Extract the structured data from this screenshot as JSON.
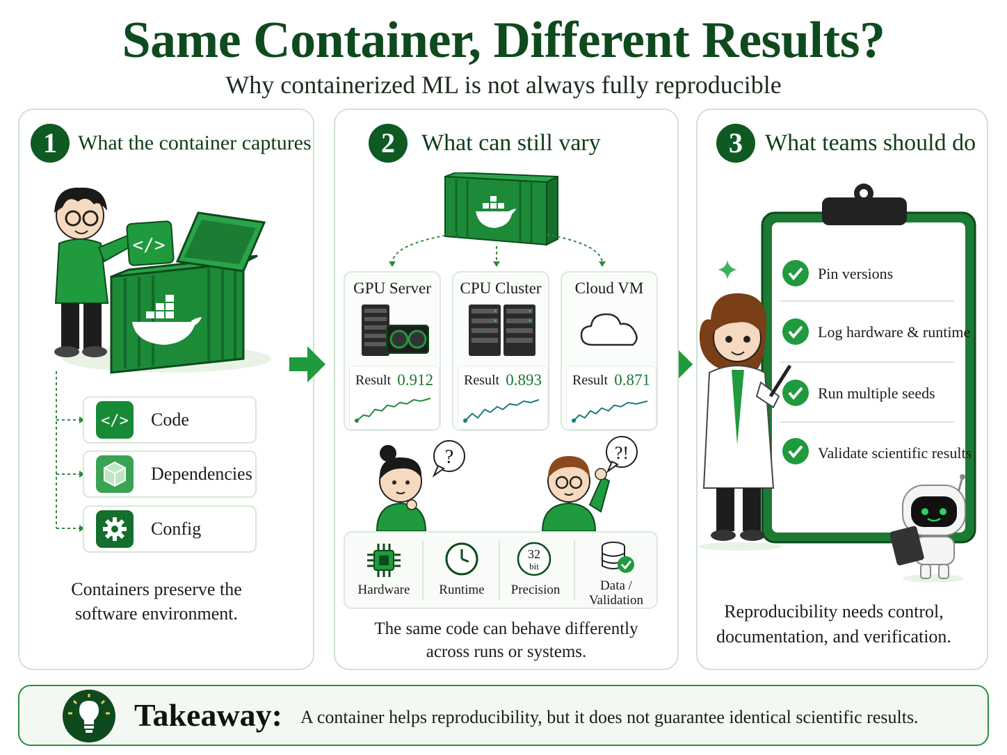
{
  "header": {
    "title": "Same Container, Different Results?",
    "subtitle": "Why containerized ML is not always fully reproducible"
  },
  "panel1": {
    "number": "1",
    "title": "What the container captures",
    "code_glyph": "</>",
    "items": [
      {
        "label": "Code",
        "icon": "code-icon"
      },
      {
        "label": "Dependencies",
        "icon": "cube-icon"
      },
      {
        "label": "Config",
        "icon": "gear-icon"
      }
    ],
    "caption_line1": "Containers preserve the",
    "caption_line2": "software environment."
  },
  "panel2": {
    "number": "2",
    "title": "What can still vary",
    "envs": [
      {
        "name": "GPU Server",
        "result_label": "Result",
        "result": "0.912",
        "icon": "gpu-server-icon"
      },
      {
        "name": "CPU Cluster",
        "result_label": "Result",
        "result": "0.893",
        "icon": "cpu-cluster-icon"
      },
      {
        "name": "Cloud VM",
        "result_label": "Result",
        "result": "0.871",
        "icon": "cloud-icon"
      }
    ],
    "bubble1": "?",
    "bubble2": "?!",
    "factors": [
      {
        "label": "Hardware",
        "icon": "chip-icon"
      },
      {
        "label": "Runtime",
        "icon": "clock-icon"
      },
      {
        "label": "Precision",
        "icon": "precision-icon",
        "badge_top": "32",
        "badge_bottom": "bit"
      },
      {
        "label_line1": "Data /",
        "label_line2": "Validation",
        "icon": "database-check-icon"
      }
    ],
    "caption_line1": "The same code can behave differently",
    "caption_line2": "across runs or systems."
  },
  "panel3": {
    "number": "3",
    "title": "What teams should do",
    "todos": [
      "Pin versions",
      "Log hardware & runtime",
      "Run multiple seeds",
      "Validate scientific results"
    ],
    "caption_line1": "Reproducibility needs control,",
    "caption_line2": "documentation, and verification."
  },
  "takeaway": {
    "label": "Takeaway:",
    "text": "A container helps reproducibility, but it does not guarantee identical scientific results."
  },
  "colors": {
    "dark_green": "#0f5a23",
    "accent_green": "#1f9a3c",
    "panel_border": "#cfe3cf",
    "result_green": "#157a2f"
  }
}
